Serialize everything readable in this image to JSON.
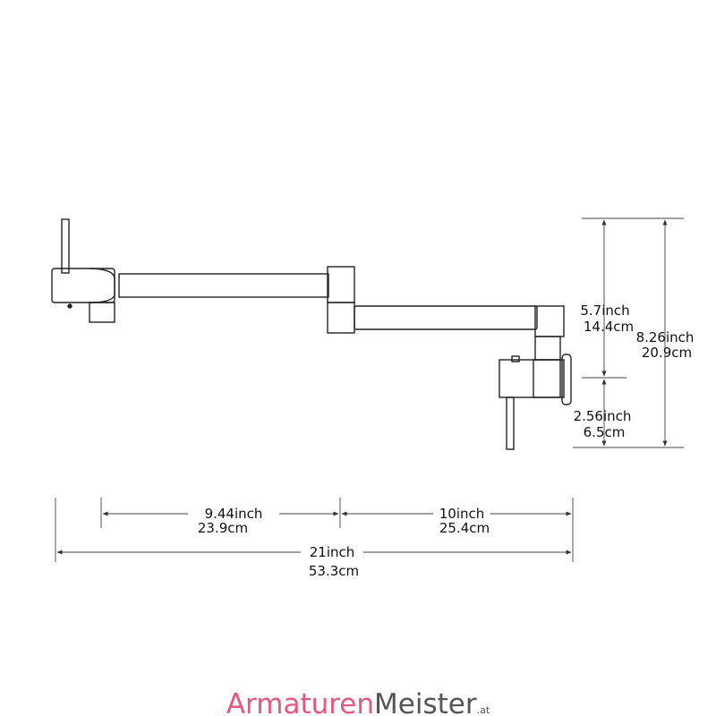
{
  "dimensions": {
    "rise_upper": {
      "inch": "5.7inch",
      "cm": "14.4cm"
    },
    "rise_total": {
      "inch": "8.26inch",
      "cm": "20.9cm"
    },
    "rise_lower": {
      "inch": "2.56inch",
      "cm": "6.5cm"
    },
    "arm_first": {
      "inch": "9.44inch",
      "cm": "23.9cm"
    },
    "arm_second": {
      "inch": "10inch",
      "cm": "25.4cm"
    },
    "overall_length": {
      "inch": "21inch",
      "cm": "53.3cm"
    }
  },
  "brand": {
    "name_part1": "Armaturen",
    "name_part2": "Meister",
    "suffix": ".at",
    "color_part1": "#e8577e",
    "color_part2": "#555555"
  }
}
